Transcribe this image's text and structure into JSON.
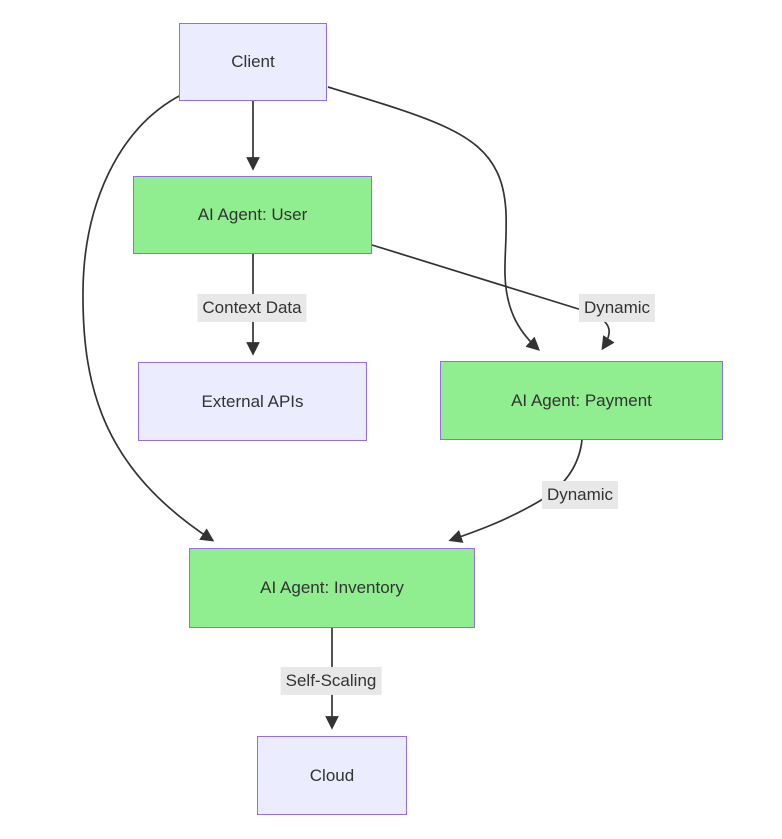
{
  "diagram": {
    "type": "flowchart",
    "direction": "top-down",
    "nodes": {
      "client": {
        "label": "Client",
        "kind": "default"
      },
      "agent_user": {
        "label": "AI Agent: User",
        "kind": "agent"
      },
      "external_apis": {
        "label": "External APIs",
        "kind": "default"
      },
      "agent_payment": {
        "label": "AI Agent: Payment",
        "kind": "agent"
      },
      "agent_inventory": {
        "label": "AI Agent: Inventory",
        "kind": "agent"
      },
      "cloud": {
        "label": "Cloud",
        "kind": "default"
      }
    },
    "edge_labels": {
      "context_data": "Context Data",
      "dynamic_user_payment": "Dynamic",
      "dynamic_payment_inventory": "Dynamic",
      "self_scaling": "Self-Scaling"
    },
    "edges": [
      {
        "from": "Client",
        "to": "AI Agent: User",
        "label": ""
      },
      {
        "from": "AI Agent: User",
        "to": "External APIs",
        "label": "Context Data"
      },
      {
        "from": "AI Agent: User",
        "to": "AI Agent: Payment",
        "label": "Dynamic"
      },
      {
        "from": "Client",
        "to": "AI Agent: Payment",
        "label": ""
      },
      {
        "from": "Client",
        "to": "AI Agent: Inventory",
        "label": ""
      },
      {
        "from": "AI Agent: Payment",
        "to": "AI Agent: Inventory",
        "label": "Dynamic"
      },
      {
        "from": "AI Agent: Inventory",
        "to": "Cloud",
        "label": "Self-Scaling"
      }
    ],
    "colors": {
      "node_default_fill": "#ECECFF",
      "node_agent_fill": "#90EE90",
      "node_border": "#9370DB",
      "edge_stroke": "#333333",
      "label_background": "#e8e8e8",
      "text": "#333333",
      "canvas_background": "#ffffff"
    }
  }
}
